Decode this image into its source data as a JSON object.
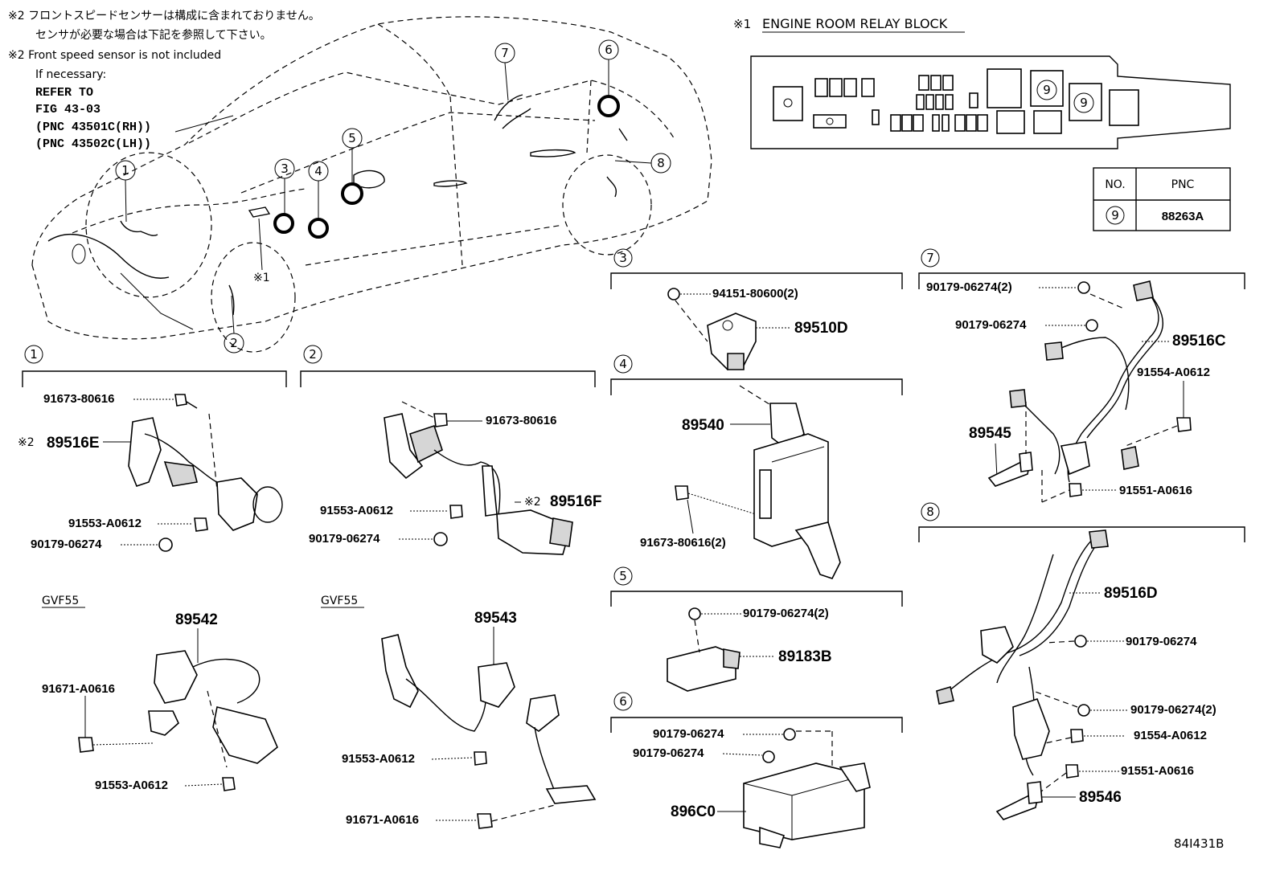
{
  "notes": {
    "jp_line1": "※2 フロントスピードセンサーは構成に含まれておりません。",
    "jp_line2": "センサが必要な場合は下記を参照して下さい。",
    "en_line1": "※2 Front speed sensor is not included",
    "en_line2": "If necessary:",
    "en_line3": "REFER TO",
    "en_line4": "FIG 43-03",
    "en_line5": "(PNC 43501C(RH))",
    "en_line6": "(PNC 43502C(LH))"
  },
  "relay_block": {
    "title_mark": "※1",
    "title": "ENGINE ROOM RELAY BLOCK",
    "callout_a": "9",
    "callout_b": "9"
  },
  "pnc_table": {
    "col_no": "NO.",
    "col_pnc": "PNC",
    "row_no": "9",
    "row_pnc": "88263A"
  },
  "car_callouts": [
    "1",
    "2",
    "3",
    "4",
    "5",
    "6",
    "7",
    "8"
  ],
  "car_mark": "※1",
  "sections": {
    "s1": {
      "num": "1",
      "p_91673": "91673-80616",
      "p_89516E_mark": "※2",
      "p_89516E": "89516E",
      "p_91553": "91553-A0612",
      "p_90179": "90179-06274",
      "gvf": "GVF55",
      "p_89542": "89542",
      "p_91671": "91671-A0616",
      "p_91553b": "91553-A0612"
    },
    "s2": {
      "num": "2",
      "p_91673": "91673-80616",
      "p_89516F_mark": "※2",
      "p_89516F": "89516F",
      "p_91553": "91553-A0612",
      "p_90179": "90179-06274",
      "gvf": "GVF55",
      "p_89543": "89543",
      "p_91553b": "91553-A0612",
      "p_91671": "91671-A0616"
    },
    "s3": {
      "num": "3",
      "p_94151": "94151-80600(2)",
      "p_89510D": "89510D"
    },
    "s4": {
      "num": "4",
      "p_89540": "89540",
      "p_91673": "91673-80616(2)"
    },
    "s5": {
      "num": "5",
      "p_90179": "90179-06274(2)",
      "p_89183B": "89183B"
    },
    "s6": {
      "num": "6",
      "p_90179a": "90179-06274",
      "p_90179b": "90179-06274",
      "p_896C0": "896C0"
    },
    "s7": {
      "num": "7",
      "p_90179a": "90179-06274(2)",
      "p_90179b": "90179-06274",
      "p_89516C": "89516C",
      "p_91554": "91554-A0612",
      "p_89545": "89545",
      "p_91551": "91551-A0616"
    },
    "s8": {
      "num": "8",
      "p_89516D": "89516D",
      "p_90179a": "90179-06274",
      "p_90179b": "90179-06274(2)",
      "p_91554": "91554-A0612",
      "p_91551": "91551-A0616",
      "p_89546": "89546"
    }
  },
  "figure_code": "84I431B"
}
